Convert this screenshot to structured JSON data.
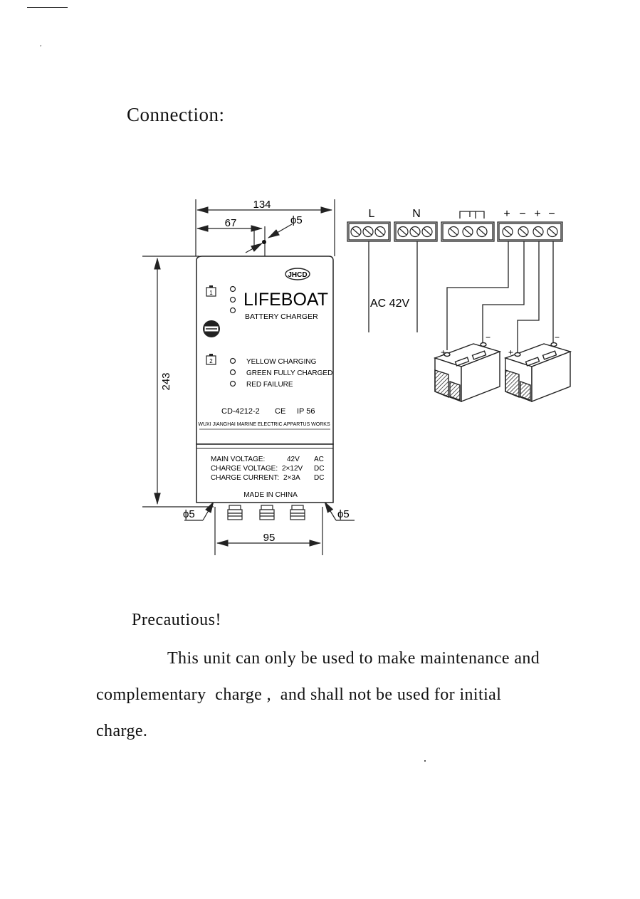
{
  "headings": {
    "connection": "Connection:",
    "precaution": "Precautious!"
  },
  "dimensions": {
    "width_total": "134",
    "width_half": "67",
    "hole_top": "ϕ5",
    "height": "243",
    "hole_left": "ϕ5",
    "hole_right": "ϕ5",
    "bottom_span": "95"
  },
  "device": {
    "logo": "JHCD",
    "brand": "LIFEBOAT",
    "subtitle": "BATTERY CHARGER",
    "channel_1": "1",
    "channel_2": "2",
    "legend": [
      "YELLOW CHARGING",
      "GREEN FULLY CHARGED",
      "RED FAILURE"
    ],
    "model": "CD-4212-2",
    "ce": "CE",
    "ip": "IP 56",
    "maker": "WUXI JIANGHAI MARINE ELECTRIC APPARTUS WORKS",
    "specs": [
      {
        "label": "MAIN VOLTAGE:",
        "value": "42V",
        "unit": "AC"
      },
      {
        "label": "CHARGE VOLTAGE:",
        "value": "2×12V",
        "unit": "DC"
      },
      {
        "label": "CHARGE CURRENT:",
        "value": "2×3A",
        "unit": "DC"
      }
    ],
    "origin": "MADE IN CHINA"
  },
  "wiring": {
    "terminal_L": "L",
    "terminal_N": "N",
    "polarity": [
      "+",
      "−",
      "+",
      "−"
    ],
    "supply": "AC 42V",
    "battery1_plus": "+",
    "battery1_minus": "−",
    "battery2_plus": "+",
    "battery2_minus": "−"
  },
  "paragraph": {
    "line1": "This unit can only be used to make maintenance and",
    "line2": "complementary  charge ,  and shall not be used for initial",
    "line3": "charge."
  }
}
